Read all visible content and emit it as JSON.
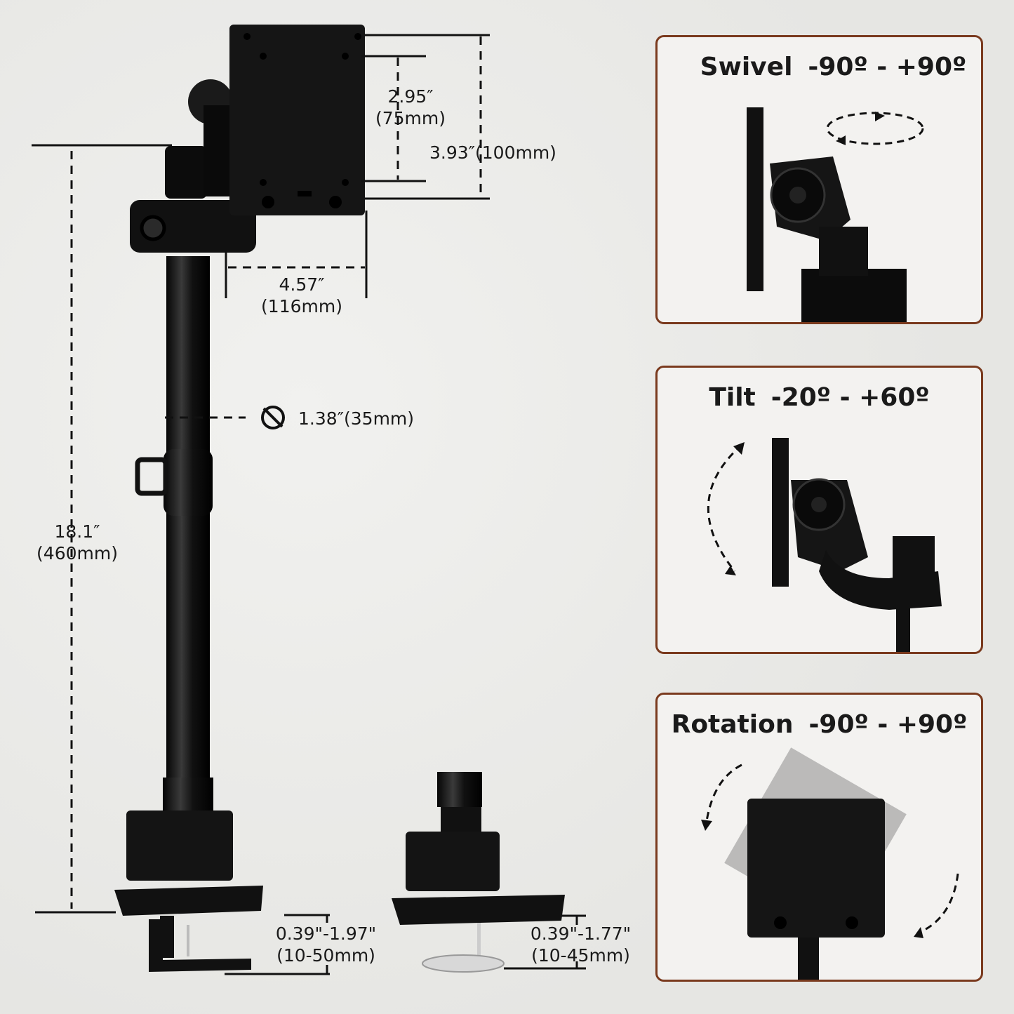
{
  "dimensions": {
    "vesa_small": {
      "in": "2.95″",
      "mm": "(75mm)"
    },
    "vesa_large": "3.93″(100mm)",
    "plate_depth": {
      "in": "4.57″",
      "mm": "(116mm)"
    },
    "pole_diameter": "1.38″(35mm)",
    "pole_height": {
      "in": "18.1″",
      "mm": "(460mm)"
    },
    "clamp_range": {
      "in": "0.39\"-1.97\"",
      "mm": "(10-50mm)"
    },
    "grommet_range": {
      "in": "0.39\"-1.77\"",
      "mm": "(10-45mm)"
    }
  },
  "icons": {
    "diameter": "diameter-icon"
  },
  "panels": [
    {
      "label": "Swivel",
      "range": "-90º - +90º"
    },
    {
      "label": "Tilt",
      "range": "-20º - +60º"
    },
    {
      "label": "Rotation",
      "range": "-90º - +90º"
    }
  ],
  "colors": {
    "panel_border": "#7a3a1e",
    "product": "#141414"
  }
}
